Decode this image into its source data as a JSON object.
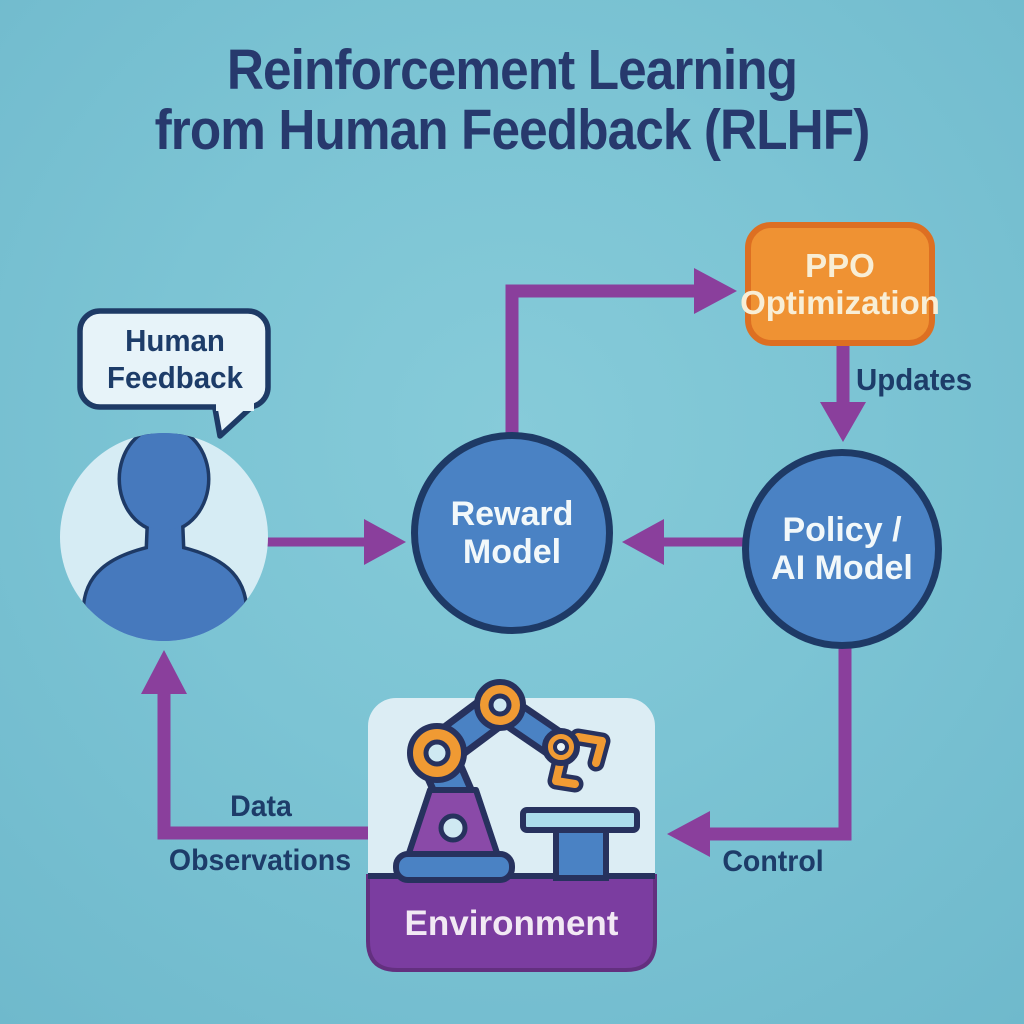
{
  "title": {
    "line1": "Reinforcement Learning",
    "line2": "from Human Feedback (RLHF)"
  },
  "nodes": {
    "human_feedback_bubble": {
      "line1": "Human",
      "line2": "Feedback"
    },
    "reward_model": {
      "line1": "Reward",
      "line2": "Model"
    },
    "ppo_optimization": {
      "line1": "PPO",
      "line2": "Optimization"
    },
    "policy_ai_model": {
      "line1": "Policy /",
      "line2": "AI Model"
    },
    "environment": {
      "label": "Environment"
    }
  },
  "edge_labels": {
    "updates": "Updates",
    "control": "Control",
    "data": "Data",
    "observations": "Observations"
  },
  "icons": {
    "person": "person-icon",
    "robot_arm": "robot-arm-icon",
    "speech_bubble": "speech-bubble-icon",
    "table": "table-icon"
  },
  "colors": {
    "background": "#74bfd1",
    "arrow_purple": "#8a3f9c",
    "node_blue": "#4a82c4",
    "outline_navy": "#1e3a66",
    "ppo_orange": "#ef9233",
    "ppo_border_orange": "#dd6f22",
    "environment_purple": "#7b3da0",
    "panel_light": "#dcedf4",
    "title_navy": "#27396d",
    "text_cream": "#f8eed6"
  }
}
